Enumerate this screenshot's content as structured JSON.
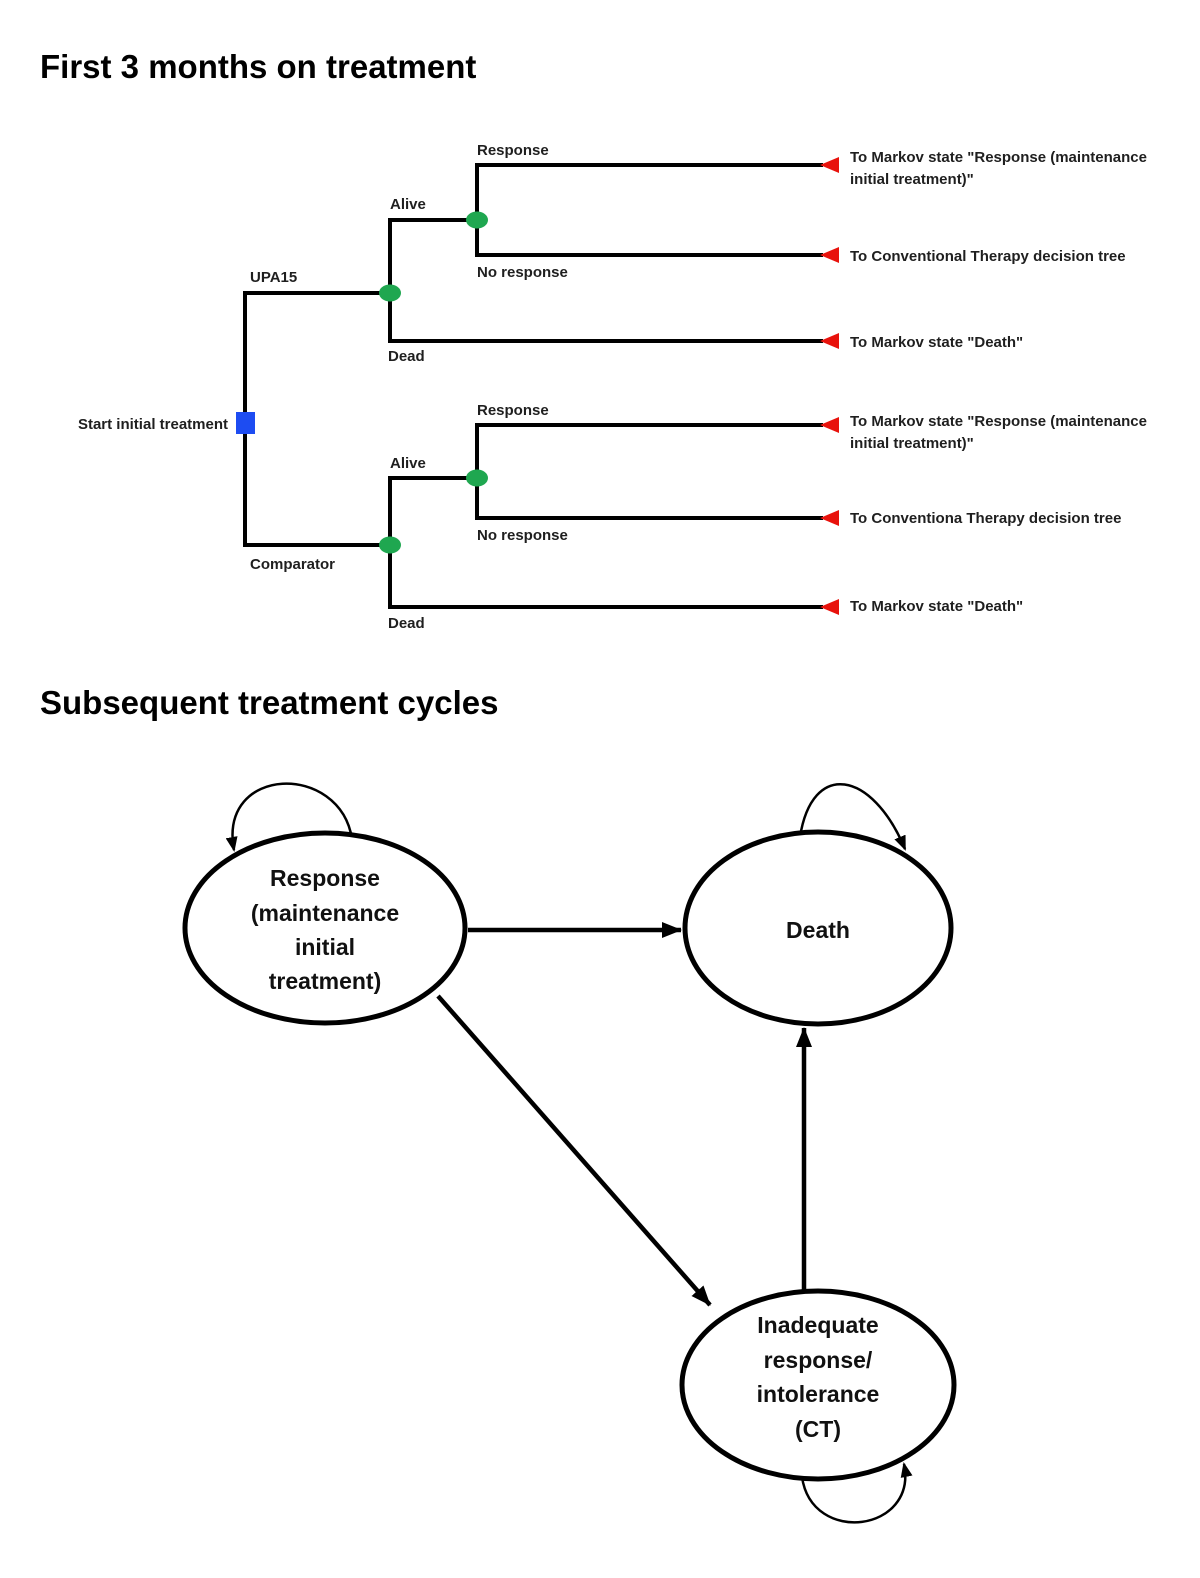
{
  "headings": {
    "first": "First 3 months on treatment",
    "second": "Subsequent treatment cycles"
  },
  "colors": {
    "decision_node": "#1d4cf2",
    "chance_node": "#1fa750",
    "terminal_node": "#e8120c"
  },
  "decision_tree": {
    "root_label": "Start initial treatment",
    "labels": {
      "upa15": "UPA15",
      "comparator": "Comparator",
      "alive": "Alive",
      "dead": "Dead",
      "response": "Response",
      "no_response": "No response"
    },
    "terminals": [
      {
        "lines": [
          "To Markov state \"Response (maintenance",
          "initial treatment)\""
        ]
      },
      {
        "lines": [
          "To Conventional Therapy decision tree"
        ]
      },
      {
        "lines": [
          "To Markov state \"Death\""
        ]
      },
      {
        "lines": [
          "To Markov state \"Response (maintenance",
          "initial treatment)\""
        ]
      },
      {
        "lines": [
          "To Conventiona Therapy decision tree"
        ]
      },
      {
        "lines": [
          "To Markov state \"Death\""
        ]
      }
    ]
  },
  "markov": {
    "response_state": {
      "lines": [
        "Response",
        "(maintenance",
        "initial",
        "treatment)"
      ]
    },
    "death_state": {
      "lines": [
        "Death"
      ]
    },
    "inadequate_state": {
      "lines": [
        "Inadequate",
        "response/",
        "intolerance",
        "(CT)"
      ]
    }
  }
}
